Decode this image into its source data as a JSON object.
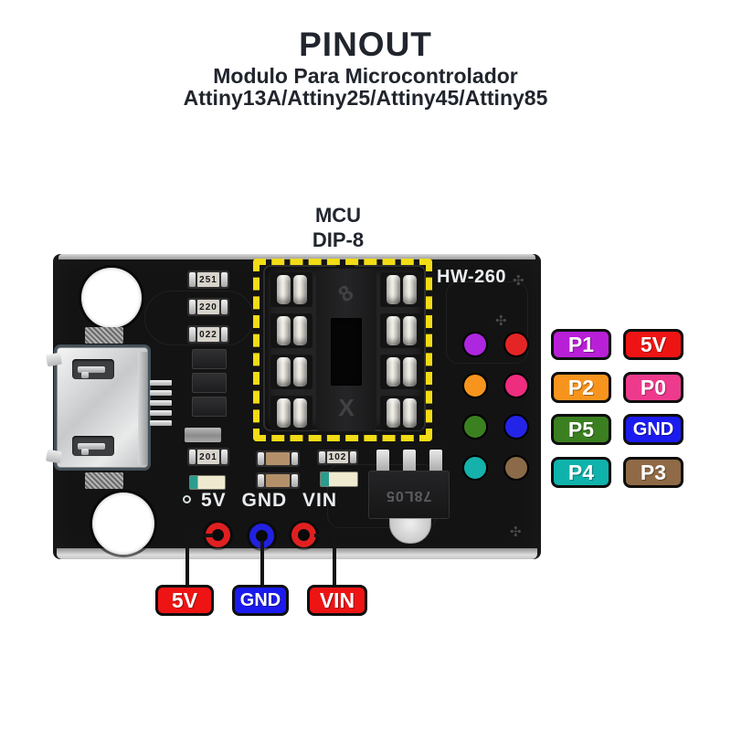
{
  "header": {
    "title": "PINOUT",
    "subtitle1": "Modulo Para Microcontrolador",
    "subtitle2": "Attiny13A/Attiny25/Attiny45/Attiny85"
  },
  "callout": {
    "line1": "MCU",
    "line2": "DIP-8"
  },
  "board": {
    "model": "HW-260",
    "silkscreen": "5V GND VIN",
    "regulator": "78L05",
    "socket_top_mark": "8",
    "socket_bottom_mark": "X",
    "resistors": [
      "251",
      "220",
      "022",
      "201",
      "102"
    ]
  },
  "colors": {
    "board": "#131313",
    "dashed_box": "#f2dc16"
  },
  "pins": {
    "right": [
      {
        "label": "P1",
        "color": "#b81fd6"
      },
      {
        "label": "5V",
        "color": "#ee1414"
      },
      {
        "label": "P2",
        "color": "#f7941e"
      },
      {
        "label": "P0",
        "color": "#ed3a8d"
      },
      {
        "label": "P5",
        "color": "#3b8020"
      },
      {
        "label": "GND",
        "color": "#1b1bf0"
      },
      {
        "label": "P4",
        "color": "#0fb3ab"
      },
      {
        "label": "P3",
        "color": "#8f6a46"
      }
    ],
    "bottom": [
      {
        "label": "5V",
        "color": "#ee1414",
        "pad_color": "#e02020"
      },
      {
        "label": "GND",
        "color": "#1b1bf0",
        "pad_color": "#2121e0"
      },
      {
        "label": "VIN",
        "color": "#ee1414",
        "pad_color": "#e02020"
      }
    ],
    "dots": [
      "#ad26e0",
      "#e32525",
      "#f7941e",
      "#ee2d7f",
      "#3b8020",
      "#2424e8",
      "#14b2aa",
      "#8a6a48"
    ]
  }
}
